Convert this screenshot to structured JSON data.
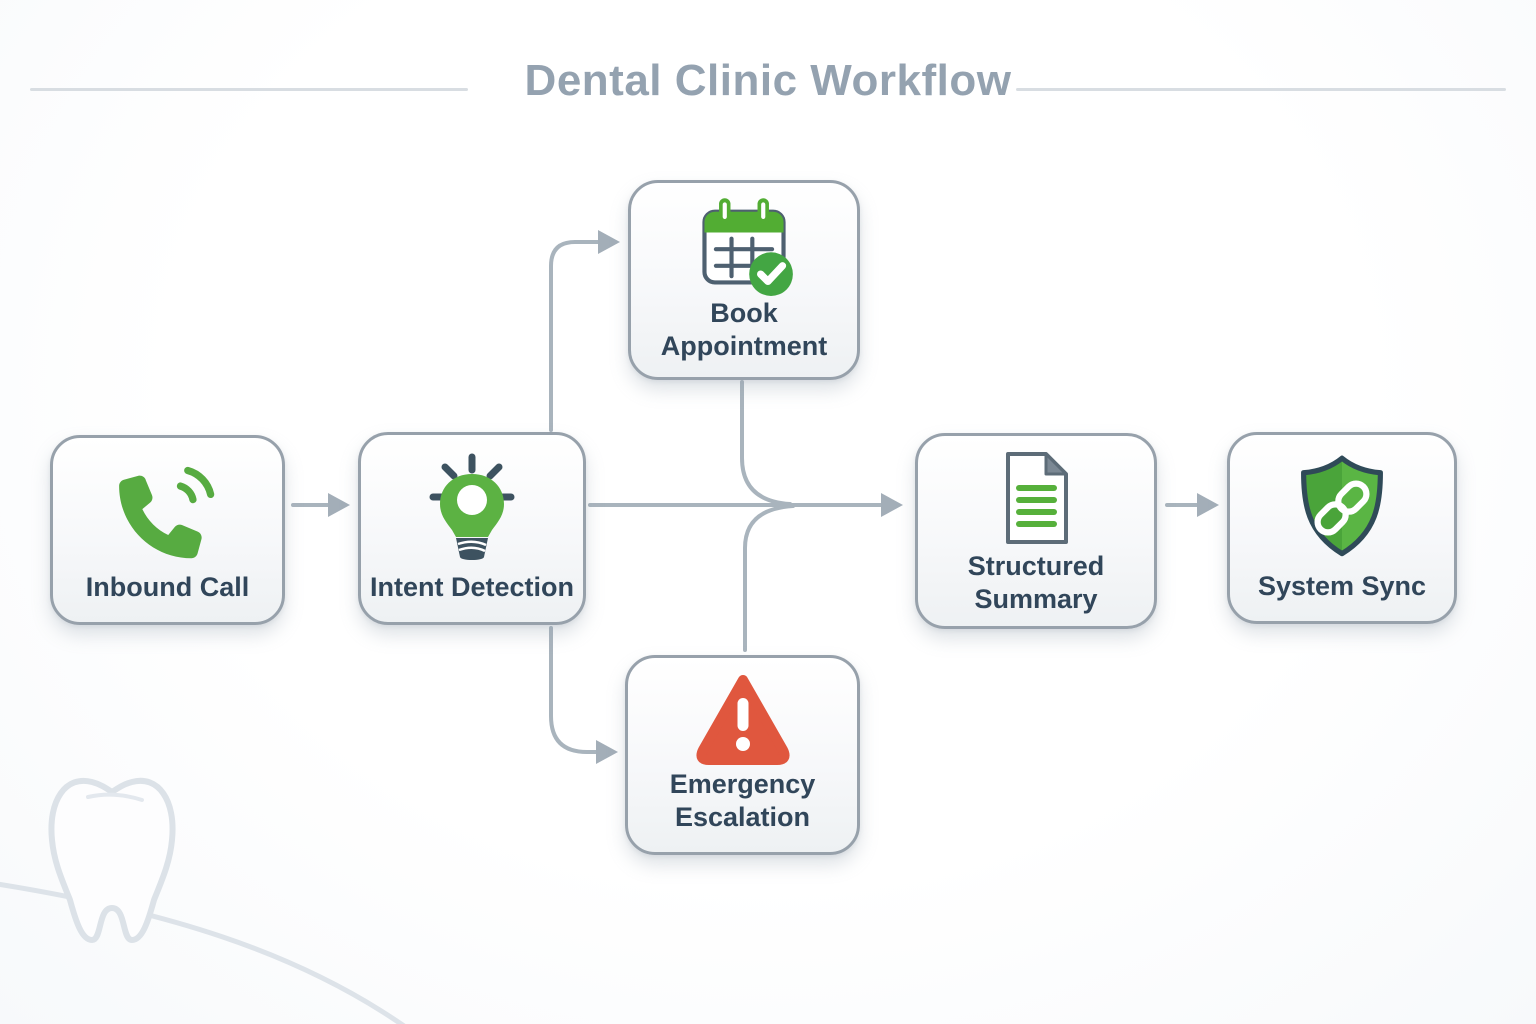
{
  "title": "Dental Clinic Workflow",
  "nodes": [
    {
      "id": "inbound-call",
      "label": "Inbound Call",
      "lines": [
        "Inbound Call"
      ],
      "icon": "phone-icon"
    },
    {
      "id": "intent-detection",
      "label": "Intent Detection",
      "lines": [
        "Intent Detection"
      ],
      "icon": "lightbulb-icon"
    },
    {
      "id": "book-appointment",
      "label": "Book Appointment",
      "lines": [
        "Book",
        "Appointment"
      ],
      "icon": "calendar-check-icon"
    },
    {
      "id": "emergency-escalation",
      "label": "Emergency Escalation",
      "lines": [
        "Emergency",
        "Escalation"
      ],
      "icon": "warning-triangle-icon"
    },
    {
      "id": "structured-summary",
      "label": "Structured Summary",
      "lines": [
        "Structured",
        "Summary"
      ],
      "icon": "document-icon"
    },
    {
      "id": "system-sync",
      "label": "System Sync",
      "lines": [
        "System Sync"
      ],
      "icon": "shield-link-icon"
    }
  ],
  "connectors": [
    {
      "from": "inbound-call",
      "to": "intent-detection"
    },
    {
      "from": "intent-detection",
      "to": "book-appointment"
    },
    {
      "from": "intent-detection",
      "to": "emergency-escalation"
    },
    {
      "from": "intent-detection",
      "to": "structured-summary"
    },
    {
      "from": "book-appointment",
      "to": "structured-summary"
    },
    {
      "from": "emergency-escalation",
      "to": "structured-summary"
    },
    {
      "from": "structured-summary",
      "to": "system-sync"
    }
  ],
  "colors": {
    "green": "#57ab41",
    "green_dark": "#43a643",
    "slate": "#3d5260",
    "label_text": "#31465a",
    "title_text": "#94a2b0",
    "red": "#e0573e",
    "arrow": "#a9b4bd",
    "node_border": "#97a1ab"
  },
  "watermark": "tooth-outline"
}
